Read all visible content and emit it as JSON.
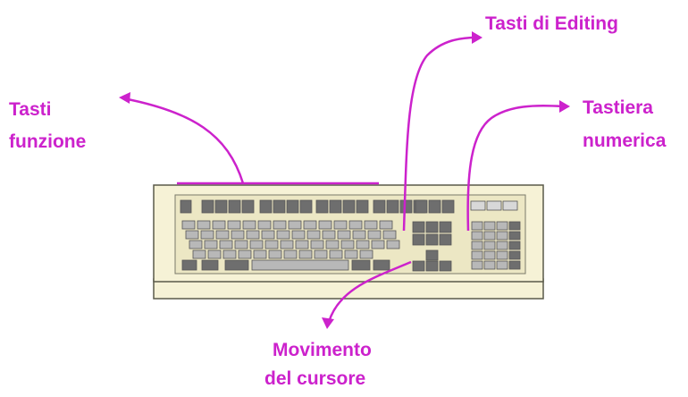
{
  "colors": {
    "annotation": "#cc22cc",
    "keyboard_body": "#f6f2d6",
    "keyboard_outline": "#5a5a4a",
    "key_fill": "#b8b8b8",
    "key_dark": "#6e6e6e"
  },
  "labels": {
    "function_keys": [
      "Tasti",
      "funzione"
    ],
    "editing_keys": [
      "Tasti di Editing"
    ],
    "numeric_keypad": [
      "Tastiera",
      "numerica"
    ],
    "cursor_movement": [
      "Movimento",
      "del cursore"
    ]
  },
  "icons": {
    "keyboard": "keyboard-icon",
    "arrow": "curved-arrow-icon"
  }
}
